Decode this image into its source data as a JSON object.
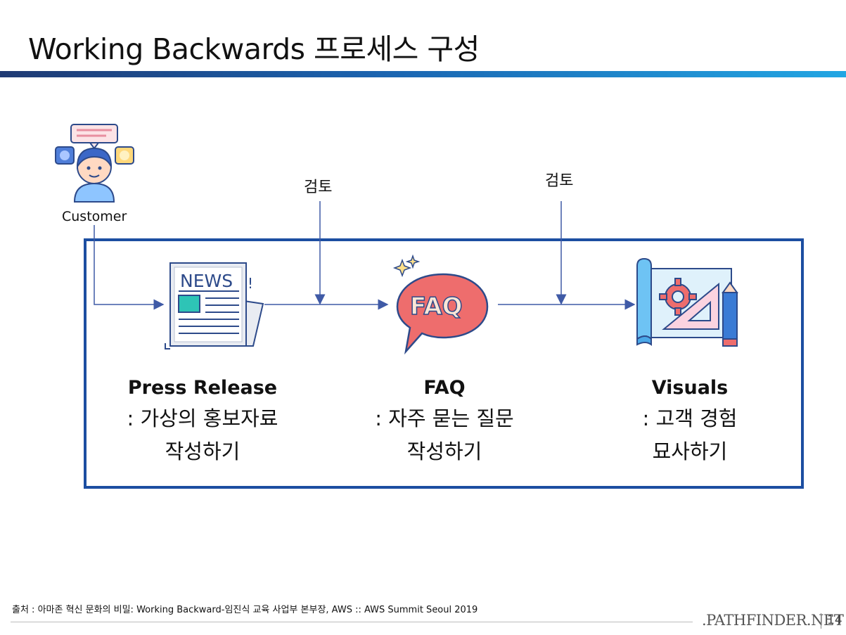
{
  "title": "Working Backwards 프로세스 구성",
  "customer": {
    "label": "Customer"
  },
  "reviews": [
    {
      "label": "검토"
    },
    {
      "label": "검토"
    }
  ],
  "stages": [
    {
      "name": "Press Release",
      "desc_line1": ": 가상의 홍보자료",
      "desc_line2": "작성하기",
      "icon": "newspaper-icon",
      "icon_text": "NEWS"
    },
    {
      "name": "FAQ",
      "desc_line1": ": 자주 묻는 질문",
      "desc_line2": "작성하기",
      "icon": "faq-speech-bubble-icon",
      "icon_text": "FAQ"
    },
    {
      "name": "Visuals",
      "desc_line1": ": 고객 경험",
      "desc_line2": "묘사하기",
      "icon": "blueprint-design-icon"
    }
  ],
  "colors": {
    "title_bar_start": "#1f3a73",
    "title_bar_end": "#22a6e3",
    "box_border": "#1c4ea1",
    "arrow": "#3f5aa6"
  },
  "footer": {
    "source": "출처 : 아마존 혁신 문화의 비밀: Working Backward-임진식 교육 사업부 본부장, AWS :: AWS Summit Seoul 2019",
    "brand": ".PATHFINDER.NET",
    "page": "14"
  }
}
